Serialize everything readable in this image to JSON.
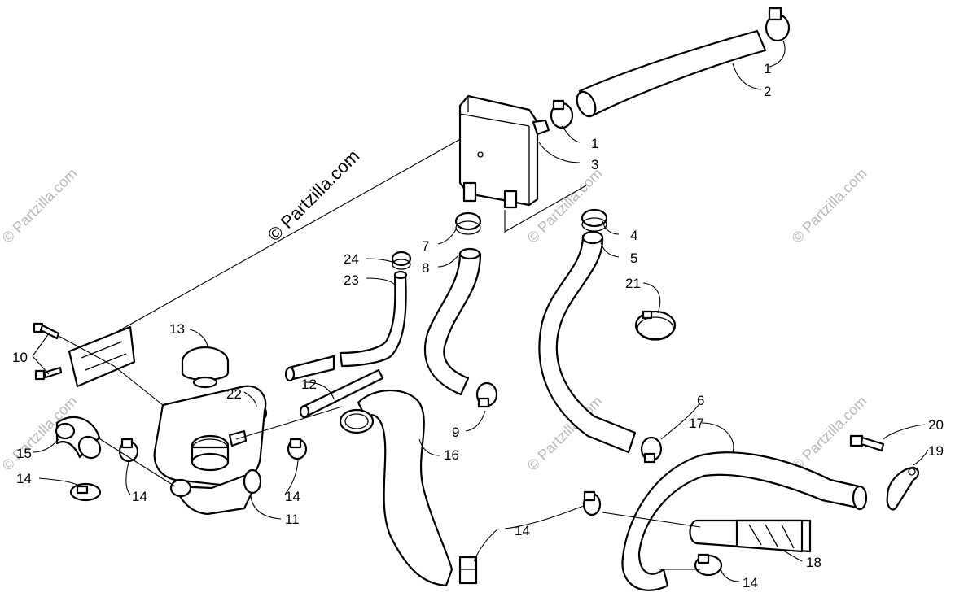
{
  "watermark": {
    "main": "© Partzilla.com",
    "repeat": "© Partzilla.com"
  },
  "callouts": {
    "c1a": "1",
    "c2": "2",
    "c1b": "1",
    "c3": "3",
    "c4": "4",
    "c5": "5",
    "c7": "7",
    "c8": "8",
    "c24": "24",
    "c23": "23",
    "c21": "21",
    "c13": "13",
    "c10": "10",
    "c22": "22",
    "c12": "12",
    "c9": "9",
    "c6": "6",
    "c17": "17",
    "c20": "20",
    "c19": "19",
    "c16": "16",
    "c15": "15",
    "c14a": "14",
    "c14b": "14",
    "c14c": "14",
    "c11": "11",
    "c14d": "14",
    "c18": "18",
    "c14e": "14"
  },
  "colors": {
    "line": "#000000",
    "watermark": "#b9b9b9",
    "background": "#ffffff"
  }
}
